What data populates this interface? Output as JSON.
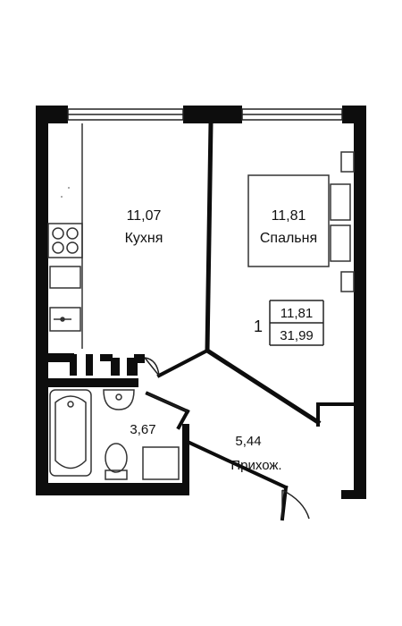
{
  "rooms": {
    "kitchen": {
      "area": "11,07",
      "name": "Кухня"
    },
    "bedroom": {
      "area": "11,81",
      "name": "Спальня"
    },
    "bathroom": {
      "area": "3,67"
    },
    "hallway": {
      "area": "5,44",
      "name": "Прихож."
    }
  },
  "summary": {
    "rooms_count": "1",
    "living_area": "11,81",
    "total_area": "31,99"
  },
  "colors": {
    "wall": "#0d0d0d",
    "line": "#222222",
    "furniture": "#333333",
    "background": "#ffffff"
  }
}
